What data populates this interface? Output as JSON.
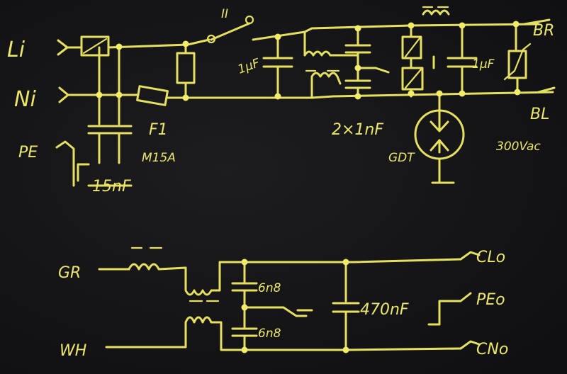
{
  "top_schematic": {
    "input_labels": {
      "line": "Li",
      "neutral": "Ni",
      "earth": "PE"
    },
    "fuse": {
      "name": "F1",
      "rating": "M15A"
    },
    "x_capacitors": {
      "first": "1µF",
      "pair": "2×1nF",
      "second": "1µF"
    },
    "y_capacitors": "15nF",
    "switch": "II",
    "outputs": {
      "brown": "BR",
      "blue": "BL"
    },
    "varistor": "300Vac",
    "surge_arrester": "GDT"
  },
  "bottom_schematic": {
    "input_labels": {
      "green": "GR",
      "white": "WH"
    },
    "y_cap_top": "6n8",
    "y_cap_bottom": "6n8",
    "x_cap": "470nF",
    "outputs": {
      "line": "CLo",
      "earth": "PEo",
      "neutral": "CNo"
    }
  }
}
